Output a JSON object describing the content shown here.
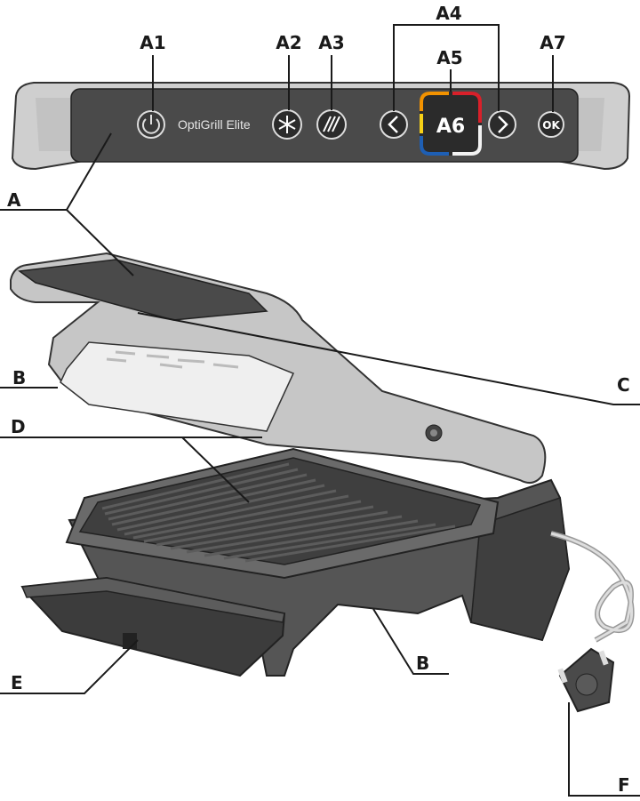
{
  "panel": {
    "brand": "OptiGrill Elite",
    "center_display": "A6",
    "ok_label": "OK",
    "prev_glyph": "<",
    "next_glyph": ">"
  },
  "labels": {
    "a1": "A1",
    "a2": "A2",
    "a3": "A3",
    "a4": "A4",
    "a5": "A5",
    "a7": "A7",
    "a": "A",
    "b_top": "B",
    "c": "C",
    "d": "D",
    "b_bottom": "B",
    "e": "E",
    "f": "F"
  },
  "icons": [
    "power-icon",
    "snowflake-icon",
    "grill-lines-icon",
    "chevron-left-icon",
    "chevron-right-icon"
  ],
  "colors": {
    "panel_dark": "#4a4a4a",
    "body_silver": "#c9c9c9",
    "grill_dark": "#4d4d4d",
    "ring_orange": "#f29200",
    "ring_red": "#d9202a",
    "ring_yellow": "#f7d117",
    "ring_blue": "#1e5fb4",
    "ring_white": "#f2f2f2"
  }
}
